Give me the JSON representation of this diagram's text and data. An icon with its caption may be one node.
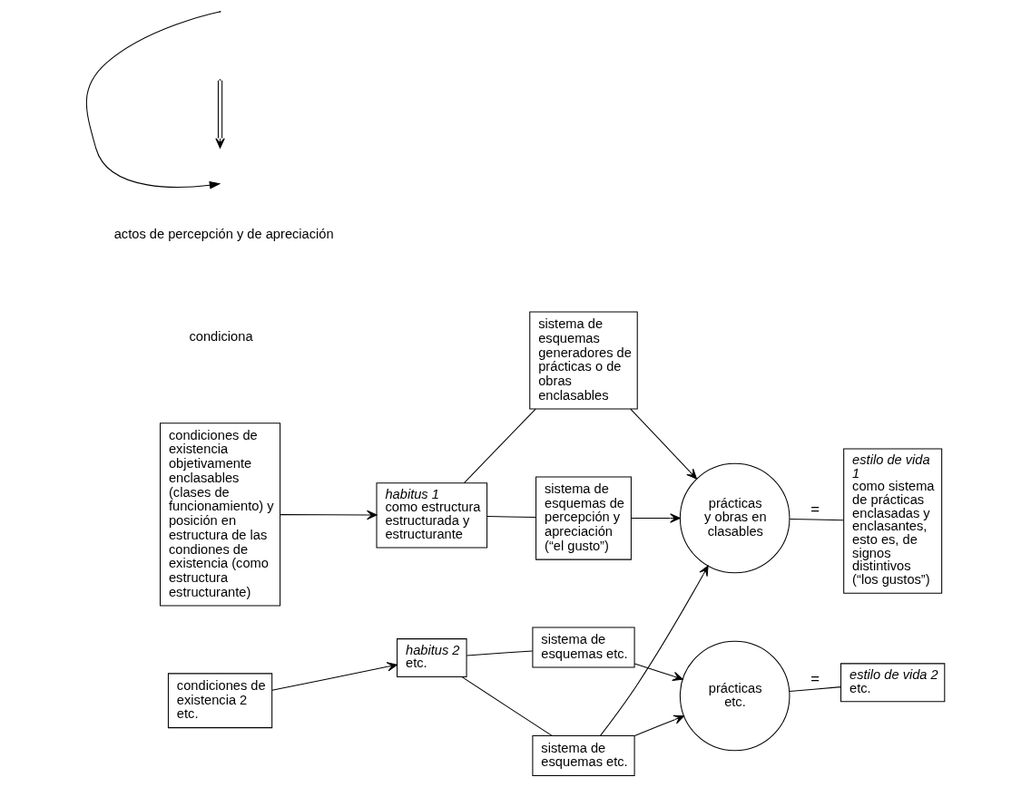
{
  "diagram": {
    "nodes": [
      {
        "text": [
          "condiciones de existencia objetivamente enclasables (clases de funcionamiento) y posición en estructura de las condiones de existencia (como estructura estructurante)"
        ]
      },
      {
        "text": [
          "habitus 1",
          "como estructura estructurada y estructurante"
        ]
      },
      {
        "text": [
          "sistema de esquemas generadores de prácticas o de obras enclasables"
        ]
      },
      {
        "text": [
          "sistema de esquemas de percepción y apreciación (“el gusto”)"
        ]
      },
      {
        "text": [
          "prácticas y obras enclasables"
        ]
      },
      {
        "text": [
          "estilo de vida 1",
          "como sistema de prácticas enclasadas y enclasantes, esto es, de signos distintivos (“los gustos”)"
        ]
      },
      {
        "text": [
          "condiciones de existencia 2 etc."
        ]
      },
      {
        "text": [
          "habitus 2",
          "etc."
        ]
      },
      {
        "text": [
          "sistema de esquemas etc."
        ]
      },
      {
        "text": [
          "sistema de esquemas etc."
        ]
      },
      {
        "text": [
          "prácticas etc."
        ]
      },
      {
        "text": [
          "estilo de vida 2",
          "etc."
        ]
      }
    ],
    "edges": [
      {
        "from": 0,
        "to": 1,
        "arrow": "to"
      },
      {
        "from": 1,
        "to": 2,
        "arrow": "none"
      },
      {
        "from": 1,
        "to": 3,
        "arrow": "none"
      },
      {
        "from": 2,
        "to": 4,
        "arrow": "to"
      },
      {
        "from": 3,
        "to": 4,
        "arrow": "to"
      },
      {
        "from": 9,
        "to": 4,
        "arrow": "to"
      },
      {
        "from": 4,
        "to": 5,
        "arrow": "none",
        "label": "="
      },
      {
        "from": 6,
        "to": 7,
        "arrow": "to"
      },
      {
        "from": 7,
        "to": 8,
        "arrow": "none"
      },
      {
        "from": 7,
        "to": 9,
        "arrow": "none"
      },
      {
        "from": 8,
        "to": 10,
        "arrow": "to"
      },
      {
        "from": 9,
        "to": 10,
        "arrow": "to"
      },
      {
        "from": 10,
        "to": 11,
        "arrow": "none",
        "label": "="
      }
    ],
    "legend": [
      {
        "text": "actos de percepción y de apreciación"
      },
      {
        "text": "condiciona"
      }
    ]
  }
}
